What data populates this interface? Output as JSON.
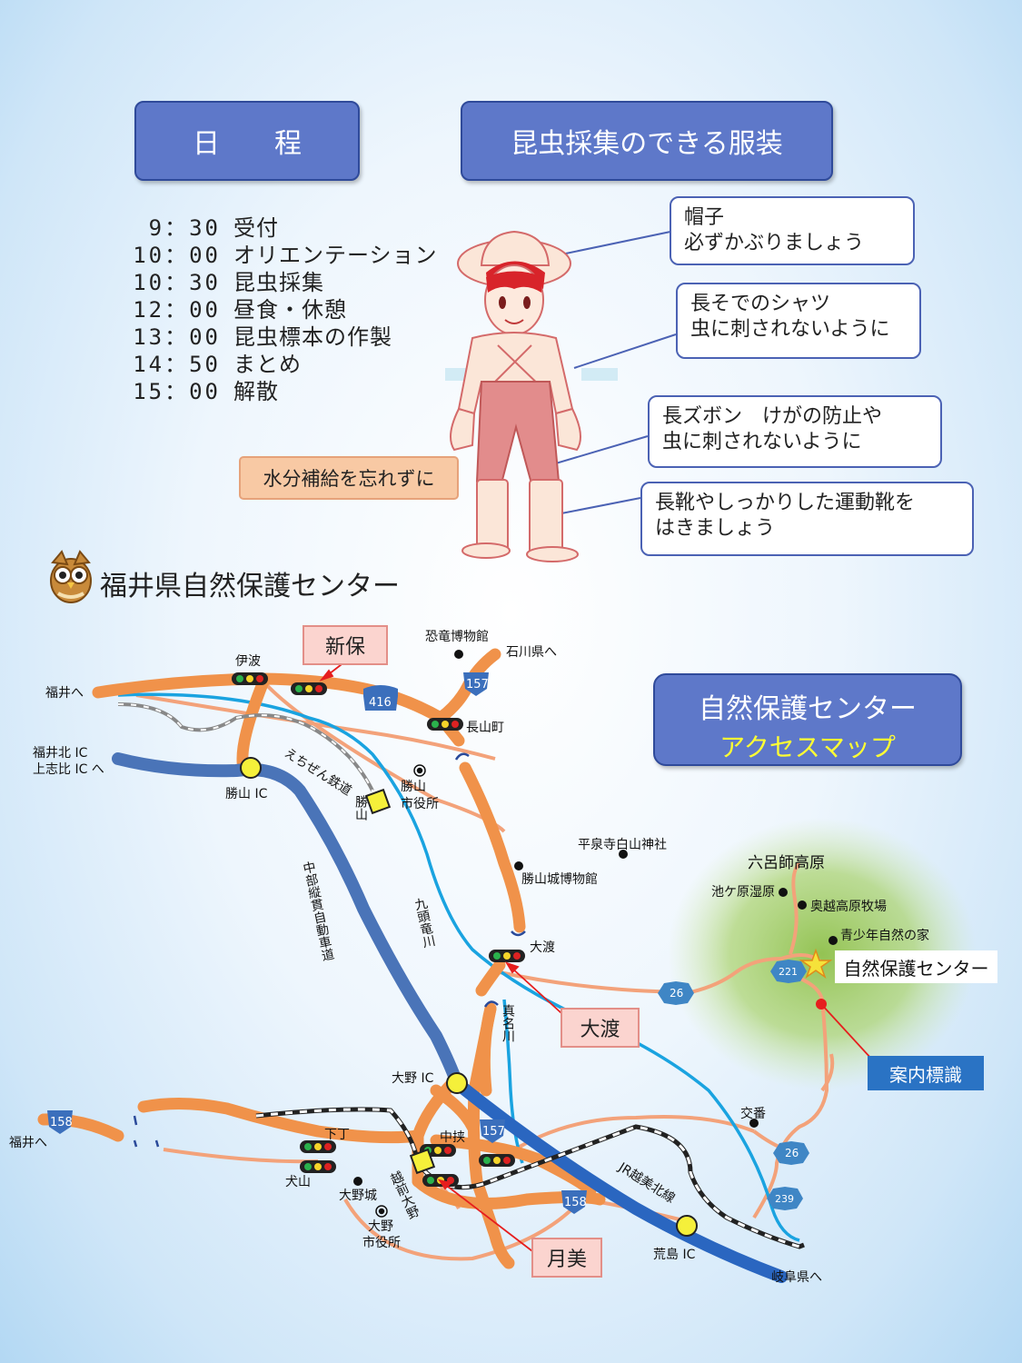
{
  "headers": {
    "schedule_title": "日　　程",
    "clothing_title": "昆虫採集のできる服装"
  },
  "schedule": [
    {
      "time": "9：30",
      "event": "受付"
    },
    {
      "time": "10：00",
      "event": "オリエンテーション"
    },
    {
      "time": "10：30",
      "event": "昆虫採集"
    },
    {
      "time": "12：00",
      "event": "昼食・休憩"
    },
    {
      "time": "13：00",
      "event": "昆虫標本の作製"
    },
    {
      "time": "14：50",
      "event": "まとめ"
    },
    {
      "time": "15：00",
      "event": "解散"
    }
  ],
  "clothing": [
    {
      "line1": "帽子",
      "line2": "必ずかぶりましょう"
    },
    {
      "line1": "長そでのシャツ",
      "line2": "虫に刺されないように"
    },
    {
      "line1": "長ズボン　けがの防止や",
      "line2": "虫に刺されないように"
    },
    {
      "line1": "長靴やしっかりした運動靴を",
      "line2": "はきましょう"
    }
  ],
  "water_note": "水分補給を忘れずに",
  "center_name": "福井県自然保護センター",
  "access_title": {
    "line1": "自然保護センター",
    "line2": "アクセスマップ"
  },
  "callouts": {
    "shinbo": "新保",
    "owatari": "大渡",
    "tsukimi": "月美",
    "sign": "案内標識"
  },
  "map_labels": {
    "fukui_top": "福井へ",
    "fukui_bottom": "福井へ",
    "fukui_kita_ic": "福井北 IC",
    "kamishihi_ic": "上志比 IC へ",
    "ishikawa": "石川県へ",
    "dinosaur_museum": "恐竜博物館",
    "iba": "伊波",
    "nagayamacho": "長山町",
    "katsuyama_ic": "勝山 IC",
    "echizen_rail": "えちぜん鉄道",
    "katsuyama_station": "勝山",
    "katsuyama_city_hall": "勝山\n市役所",
    "heisenji": "平泉寺白山神社",
    "castle_museum": "勝山城博物館",
    "chubu_expressway": "中部縦貫自動車道",
    "kuzuryu_river": "九頭竜川",
    "owatari": "大渡",
    "manago_river": "真名川",
    "rokuroshi": "六呂師高原",
    "ikegahara": "池ケ原湿原",
    "okuetsu_farm": "奥越高原牧場",
    "youth_house": "青少年自然の家",
    "nature_center": "自然保護センター",
    "ono_ic": "大野 IC",
    "shimojo": "下丁",
    "inuyama": "犬山",
    "nakabasami": "中挟",
    "echizen_ono": "越前大野",
    "ono_castle": "大野城",
    "ono_city_hall": "大野\n市役所",
    "jr_line": "JR越美北線",
    "koban": "交番",
    "arashima_ic": "荒島 IC",
    "gifu": "岐阜県へ",
    "r416": "416",
    "r157_top": "157",
    "r157_mid": "157",
    "r158_left": "158",
    "r158_mid": "158",
    "r26_a": "26",
    "r26_b": "26",
    "r221": "221",
    "r239": "239"
  },
  "colors": {
    "header_blue": "#5e78c9",
    "national_road": "#f0924a",
    "prefectural_road": "#f3a27a",
    "expressway": "#4a74b8",
    "river": "#1aa3e0",
    "green_area": "#9cc95a",
    "callout_pink": "#fbd4cf",
    "sign_blue": "#2a73c4"
  }
}
